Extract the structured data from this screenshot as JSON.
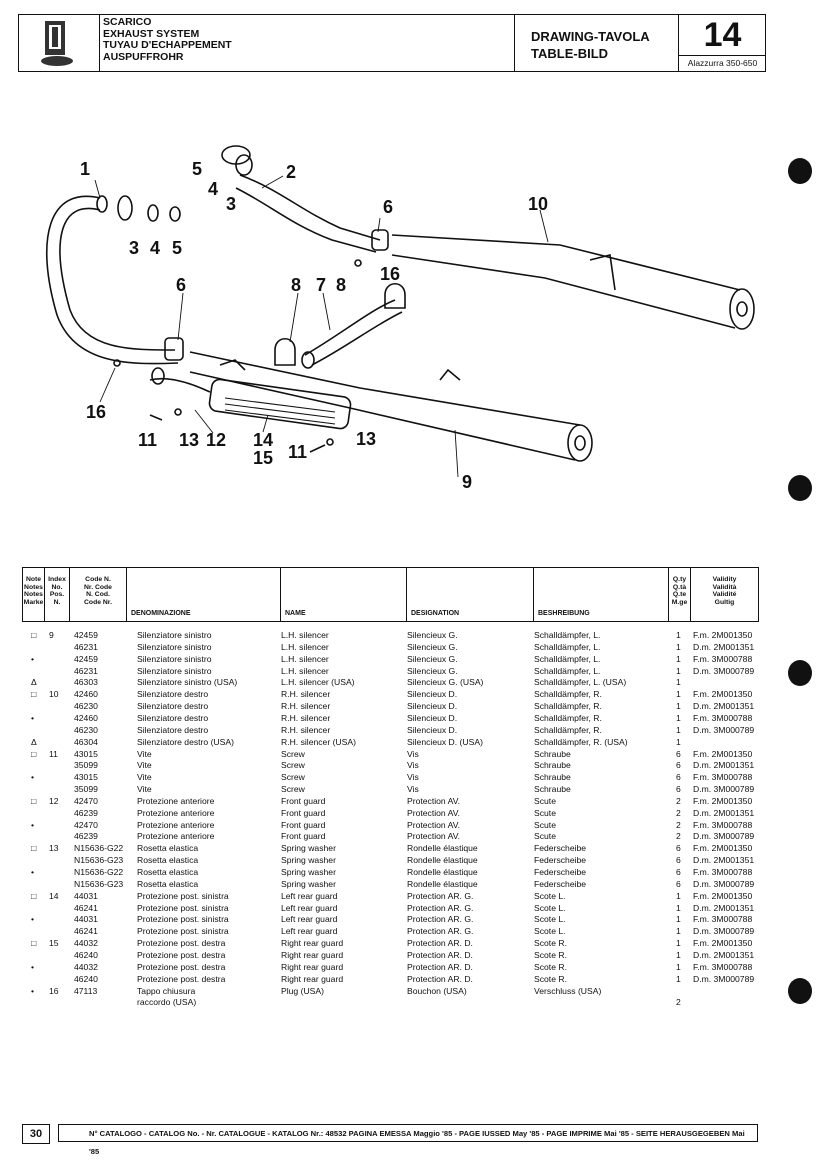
{
  "header": {
    "titles": [
      "SCARICO",
      "EXHAUST SYSTEM",
      "TUYAU D'ECHAPPEMENT",
      "AUSPUFFROHR"
    ],
    "drawing_label_1": "DRAWING-TAVOLA",
    "drawing_label_2": "TABLE-BILD",
    "table_number": "14",
    "model": "Alazzurra 350-650"
  },
  "callouts": [
    "1",
    "5",
    "4",
    "3",
    "2",
    "3",
    "4",
    "5",
    "6",
    "10",
    "16",
    "6",
    "8",
    "7",
    "8",
    "16",
    "11",
    "13",
    "12",
    "14",
    "15",
    "11",
    "13",
    "9"
  ],
  "table_header": {
    "note": [
      "Note",
      "Notes",
      "Notes",
      "Marke"
    ],
    "index": [
      "Index",
      "No.",
      "Pos.",
      "N."
    ],
    "code": [
      "Code N.",
      "Nr. Code",
      "N. Cod.",
      "Code Nr."
    ],
    "denominazione": "DENOMINAZIONE",
    "name": "NAME",
    "designation": "DESIGNATION",
    "beschreibung": "BESHREIBUNG",
    "qty": [
      "Q.ty",
      "Q.tà",
      "Q.te",
      "M.ge"
    ],
    "validity": [
      "Validity",
      "Validità",
      "Validité",
      "Gultig"
    ]
  },
  "rows": [
    {
      "note": "□",
      "index": "9",
      "code": "42459",
      "it": "Silenziatore sinistro",
      "en": "L.H. silencer",
      "fr": "Silencieux G.",
      "de": "Schalldämpfer, L.",
      "qty": "1",
      "validity": "F.m. 2M001350"
    },
    {
      "note": "",
      "index": "",
      "code": "46231",
      "it": "Silenziatore sinistro",
      "en": "L.H. silencer",
      "fr": "Silencieux G.",
      "de": "Schalldämpfer, L.",
      "qty": "1",
      "validity": "D.m. 2M001351"
    },
    {
      "note": "•",
      "index": "",
      "code": "42459",
      "it": "Silenziatore sinistro",
      "en": "L.H. silencer",
      "fr": "Silencieux G.",
      "de": "Schalldämpfer, L.",
      "qty": "1",
      "validity": "F.m. 3M000788"
    },
    {
      "note": "",
      "index": "",
      "code": "46231",
      "it": "Silenziatore sinistro",
      "en": "L.H. silencer",
      "fr": "Silencieux G.",
      "de": "Schalldämpfer, L.",
      "qty": "1",
      "validity": "D.m. 3M000789"
    },
    {
      "note": "Δ",
      "index": "",
      "code": "46303",
      "it": "Silenziatore sinistro (USA)",
      "en": "L.H. silencer (USA)",
      "fr": "Silencieux G. (USA)",
      "de": "Schalldämpfer, L. (USA)",
      "qty": "1",
      "validity": ""
    },
    {
      "note": "□",
      "index": "10",
      "code": "42460",
      "it": "Silenziatore destro",
      "en": "R.H. silencer",
      "fr": "Silencieux D.",
      "de": "Schalldämpfer, R.",
      "qty": "1",
      "validity": "F.m. 2M001350"
    },
    {
      "note": "",
      "index": "",
      "code": "46230",
      "it": "Silenziatore destro",
      "en": "R.H. silencer",
      "fr": "Silencieux D.",
      "de": "Schalldämpfer, R.",
      "qty": "1",
      "validity": "D.m. 2M001351"
    },
    {
      "note": "•",
      "index": "",
      "code": "42460",
      "it": "Silenziatore destro",
      "en": "R.H. silencer",
      "fr": "Silencieux D.",
      "de": "Schalldämpfer, R.",
      "qty": "1",
      "validity": "F.m. 3M000788"
    },
    {
      "note": "",
      "index": "",
      "code": "46230",
      "it": "Silenziatore destro",
      "en": "R.H. silencer",
      "fr": "Silencieux D.",
      "de": "Schalldämpfer, R.",
      "qty": "1",
      "validity": "D.m. 3M000789"
    },
    {
      "note": "Δ",
      "index": "",
      "code": "46304",
      "it": "Silenziatore destro (USA)",
      "en": "R.H. silencer (USA)",
      "fr": "Silencieux D. (USA)",
      "de": "Schalldämpfer, R. (USA)",
      "qty": "1",
      "validity": ""
    },
    {
      "note": "□",
      "index": "11",
      "code": "43015",
      "it": "Vite",
      "en": "Screw",
      "fr": "Vis",
      "de": "Schraube",
      "qty": "6",
      "validity": "F.m. 2M001350"
    },
    {
      "note": "",
      "index": "",
      "code": "35099",
      "it": "Vite",
      "en": "Screw",
      "fr": "Vis",
      "de": "Schraube",
      "qty": "6",
      "validity": "D.m. 2M001351"
    },
    {
      "note": "•",
      "index": "",
      "code": "43015",
      "it": "Vite",
      "en": "Screw",
      "fr": "Vis",
      "de": "Schraube",
      "qty": "6",
      "validity": "F.m. 3M000788"
    },
    {
      "note": "",
      "index": "",
      "code": "35099",
      "it": "Vite",
      "en": "Screw",
      "fr": "Vis",
      "de": "Schraube",
      "qty": "6",
      "validity": "D.m. 3M000789"
    },
    {
      "note": "□",
      "index": "12",
      "code": "42470",
      "it": "Protezione anteriore",
      "en": "Front guard",
      "fr": "Protection AV.",
      "de": "Scute",
      "qty": "2",
      "validity": "F.m. 2M001350"
    },
    {
      "note": "",
      "index": "",
      "code": "46239",
      "it": "Protezione anteriore",
      "en": "Front guard",
      "fr": "Protection AV.",
      "de": "Scute",
      "qty": "2",
      "validity": "D.m. 2M001351"
    },
    {
      "note": "•",
      "index": "",
      "code": "42470",
      "it": "Protezione anteriore",
      "en": "Front guard",
      "fr": "Protection AV.",
      "de": "Scute",
      "qty": "2",
      "validity": "F.m. 3M000788"
    },
    {
      "note": "",
      "index": "",
      "code": "46239",
      "it": "Protezione anteriore",
      "en": "Front guard",
      "fr": "Protection AV.",
      "de": "Scute",
      "qty": "2",
      "validity": "D.m. 3M000789"
    },
    {
      "note": "□",
      "index": "13",
      "code": "N15636-G22",
      "it": "Rosetta elastica",
      "en": "Spring washer",
      "fr": "Rondelle élastique",
      "de": "Federscheibe",
      "qty": "6",
      "validity": "F.m. 2M001350"
    },
    {
      "note": "",
      "index": "",
      "code": "N15636-G23",
      "it": "Rosetta elastica",
      "en": "Spring washer",
      "fr": "Rondelle élastique",
      "de": "Federscheibe",
      "qty": "6",
      "validity": "D.m. 2M001351"
    },
    {
      "note": "•",
      "index": "",
      "code": "N15636-G22",
      "it": "Rosetta elastica",
      "en": "Spring washer",
      "fr": "Rondelle élastique",
      "de": "Federscheibe",
      "qty": "6",
      "validity": "F.m. 3M000788"
    },
    {
      "note": "",
      "index": "",
      "code": "N15636-G23",
      "it": "Rosetta elastica",
      "en": "Spring washer",
      "fr": "Rondelle élastique",
      "de": "Federscheibe",
      "qty": "6",
      "validity": "D.m. 3M000789"
    },
    {
      "note": "□",
      "index": "14",
      "code": "44031",
      "it": "Protezione post. sinistra",
      "en": "Left rear guard",
      "fr": "Protection AR. G.",
      "de": "Scote L.",
      "qty": "1",
      "validity": "F.m. 2M001350"
    },
    {
      "note": "",
      "index": "",
      "code": "46241",
      "it": "Protezione post. sinistra",
      "en": "Left rear guard",
      "fr": "Protection AR. G.",
      "de": "Scote L.",
      "qty": "1",
      "validity": "D.m. 2M001351"
    },
    {
      "note": "•",
      "index": "",
      "code": "44031",
      "it": "Protezione post. sinistra",
      "en": "Left rear guard",
      "fr": "Protection AR. G.",
      "de": "Scote L.",
      "qty": "1",
      "validity": "F.m. 3M000788"
    },
    {
      "note": "",
      "index": "",
      "code": "46241",
      "it": "Protezione post. sinistra",
      "en": "Left rear guard",
      "fr": "Protection AR. G.",
      "de": "Scote L.",
      "qty": "1",
      "validity": "D.m. 3M000789"
    },
    {
      "note": "□",
      "index": "15",
      "code": "44032",
      "it": "Protezione post. destra",
      "en": "Right rear guard",
      "fr": "Protection AR. D.",
      "de": "Scote R.",
      "qty": "1",
      "validity": "F.m. 2M001350"
    },
    {
      "note": "",
      "index": "",
      "code": "46240",
      "it": "Protezione post. destra",
      "en": "Right rear guard",
      "fr": "Protection AR. D.",
      "de": "Scote R.",
      "qty": "1",
      "validity": "D.m. 2M001351"
    },
    {
      "note": "•",
      "index": "",
      "code": "44032",
      "it": "Protezione post. destra",
      "en": "Right rear guard",
      "fr": "Protection AR. D.",
      "de": "Scote R.",
      "qty": "1",
      "validity": "F.m. 3M000788"
    },
    {
      "note": "",
      "index": "",
      "code": "46240",
      "it": "Protezione post. destra",
      "en": "Right rear guard",
      "fr": "Protection AR. D.",
      "de": "Scote R.",
      "qty": "1",
      "validity": "D.m. 3M000789"
    },
    {
      "note": "•",
      "index": "16",
      "code": "47113",
      "it": "Tappo chiusura",
      "en": "Plug (USA)",
      "fr": "Bouchon (USA)",
      "de": "Verschluss (USA)",
      "qty": "",
      "validity": ""
    },
    {
      "note": "",
      "index": "",
      "code": "",
      "it": "raccordo (USA)",
      "en": "",
      "fr": "",
      "de": "",
      "qty": "2",
      "validity": ""
    }
  ],
  "footer": {
    "page": "30",
    "catalogue_line": "N° CATALOGO - CATALOG No. - Nr. CATALOGUE - KATALOG Nr.: 48532 PAGINA EMESSA Maggio '85 - PAGE IUSSED May '85 - PAGE IMPRIME Mai '85 - SEITE HERAUSGEGEBEN Mai '85"
  }
}
